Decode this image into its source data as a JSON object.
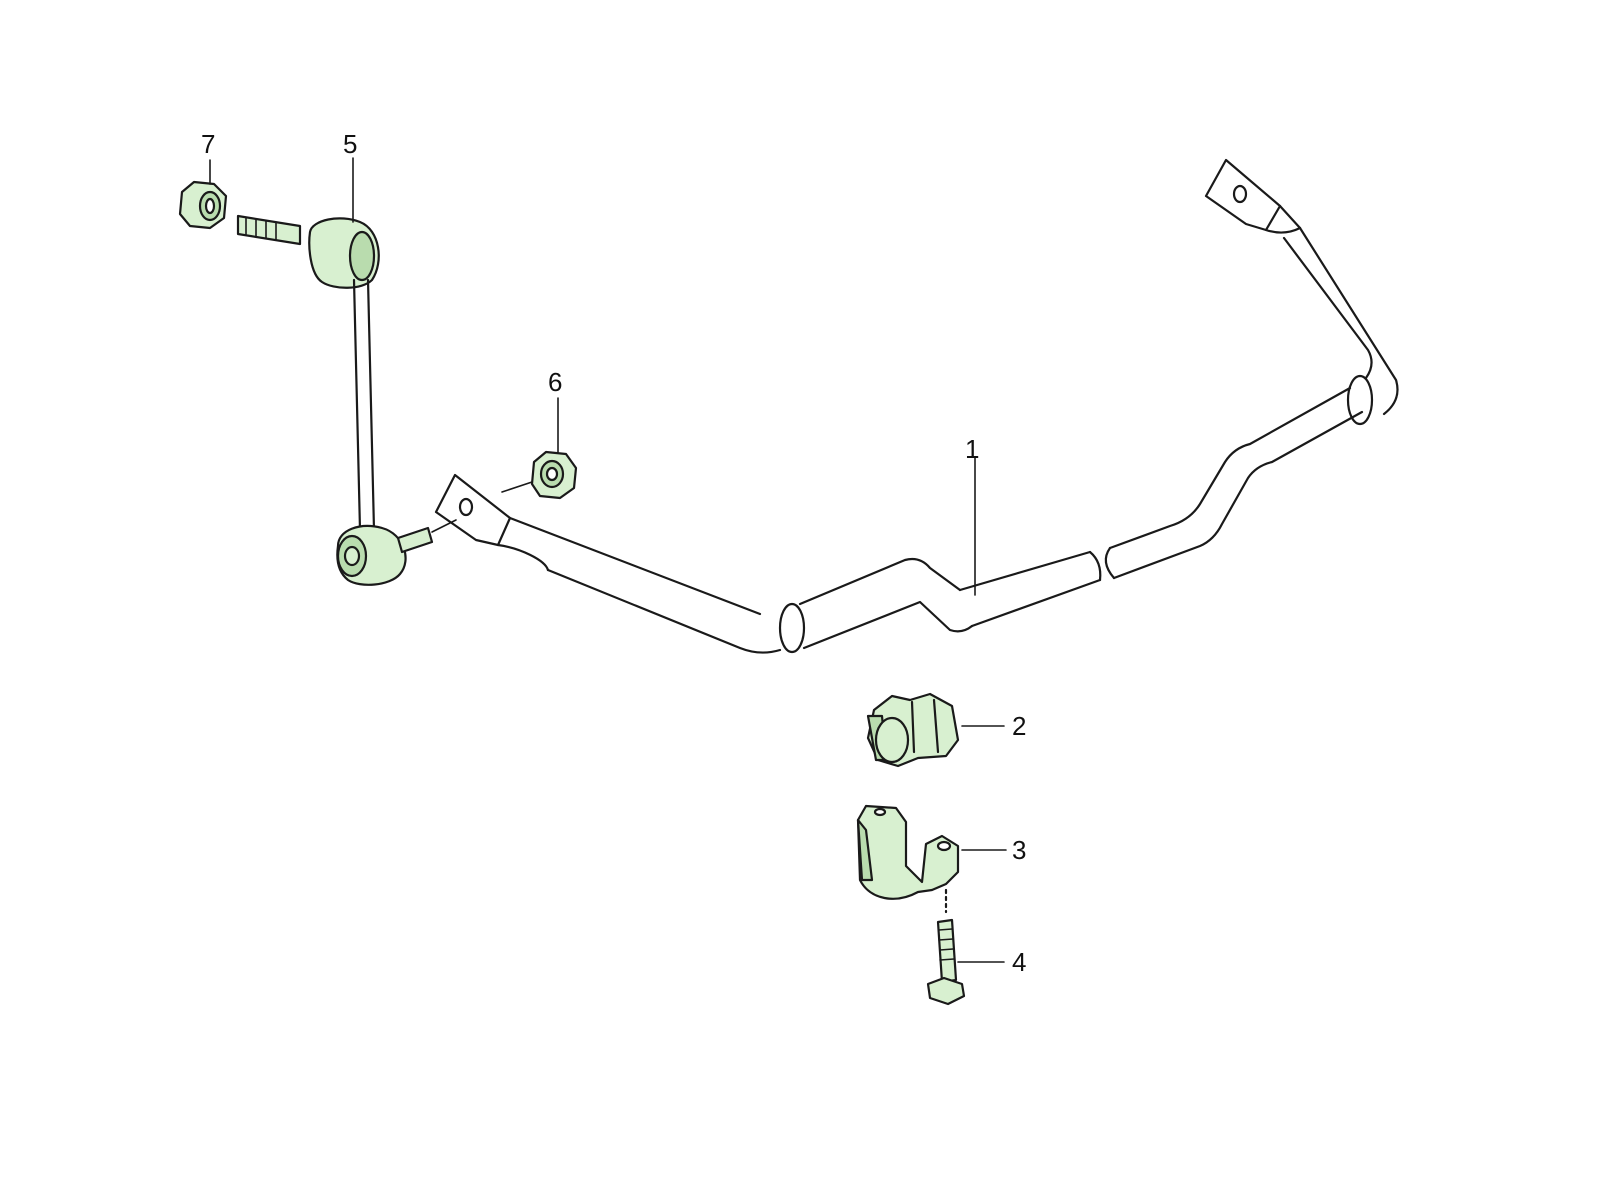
{
  "colors": {
    "background": "#ffffff",
    "line": "#1a1a1a",
    "part_fill": "#d8f0d0",
    "part_shade": "#b9dcae"
  },
  "callouts": [
    {
      "id": "1",
      "label": "1",
      "part": "stabilizer-bar"
    },
    {
      "id": "2",
      "label": "2",
      "part": "rubber-bushing"
    },
    {
      "id": "3",
      "label": "3",
      "part": "mounting-bracket"
    },
    {
      "id": "4",
      "label": "4",
      "part": "bracket-bolt"
    },
    {
      "id": "5",
      "label": "5",
      "part": "coupling-rod"
    },
    {
      "id": "6",
      "label": "6",
      "part": "lower-nut"
    },
    {
      "id": "7",
      "label": "7",
      "part": "upper-nut"
    }
  ]
}
